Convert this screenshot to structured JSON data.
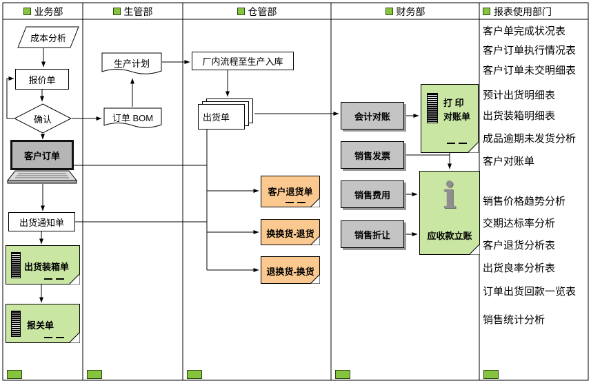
{
  "lanes": [
    {
      "label": "业务部"
    },
    {
      "label": "生管部"
    },
    {
      "label": "仓管部"
    },
    {
      "label": "财务部"
    },
    {
      "label": "报表使用部门"
    }
  ],
  "nodes": {
    "cost_analysis": {
      "label": "成本分析"
    },
    "quotation": {
      "label": "报价单"
    },
    "confirm": {
      "label": "确认"
    },
    "customer_order": {
      "label": "客户订单"
    },
    "ship_notice": {
      "label": "出货通知单"
    },
    "packing_list": {
      "label": "出货装箱单"
    },
    "customs_declaration": {
      "label": "报关单"
    },
    "production_plan": {
      "label": "生产计划"
    },
    "order_bom": {
      "label": "订单 BOM"
    },
    "factory_process": {
      "label": "厂内流程至生产入库"
    },
    "shipping_order": {
      "label": "出货单"
    },
    "customer_return": {
      "label": "客户退货单"
    },
    "exchange_return": {
      "label": "换换货-退货"
    },
    "return_exchange": {
      "label": "退换货-换货"
    },
    "accounting_recon": {
      "label": "会计对账"
    },
    "sales_invoice": {
      "label": "销售发票"
    },
    "sales_expense": {
      "label": "销售费用"
    },
    "sales_allowance": {
      "label": "销售折让"
    },
    "print_statement": {
      "label_line1": "打 印",
      "label_line2": "对账单"
    },
    "receivable": {
      "label": "应收款立账",
      "icon_glyph": "i"
    }
  },
  "reports": [
    "客户单完成状况表",
    "客户订单执行情况表",
    "客户订单未交明细表",
    "预计出货明细表",
    "出货装箱明细表",
    "成品逾期未发货分析",
    "客户对账单",
    "销售价格趋势分析",
    "交期达标率分析",
    "客户退货分析表",
    "出货良率分析表",
    "订单出货回款一览表",
    "销售统计分析"
  ],
  "colors": {
    "note_green": "#c9e6a3",
    "note_orange": "#fbc88f",
    "card_gray": "#c4c4c4",
    "tab_green": "#86c440",
    "screen_gray": "#b5b5b5"
  }
}
